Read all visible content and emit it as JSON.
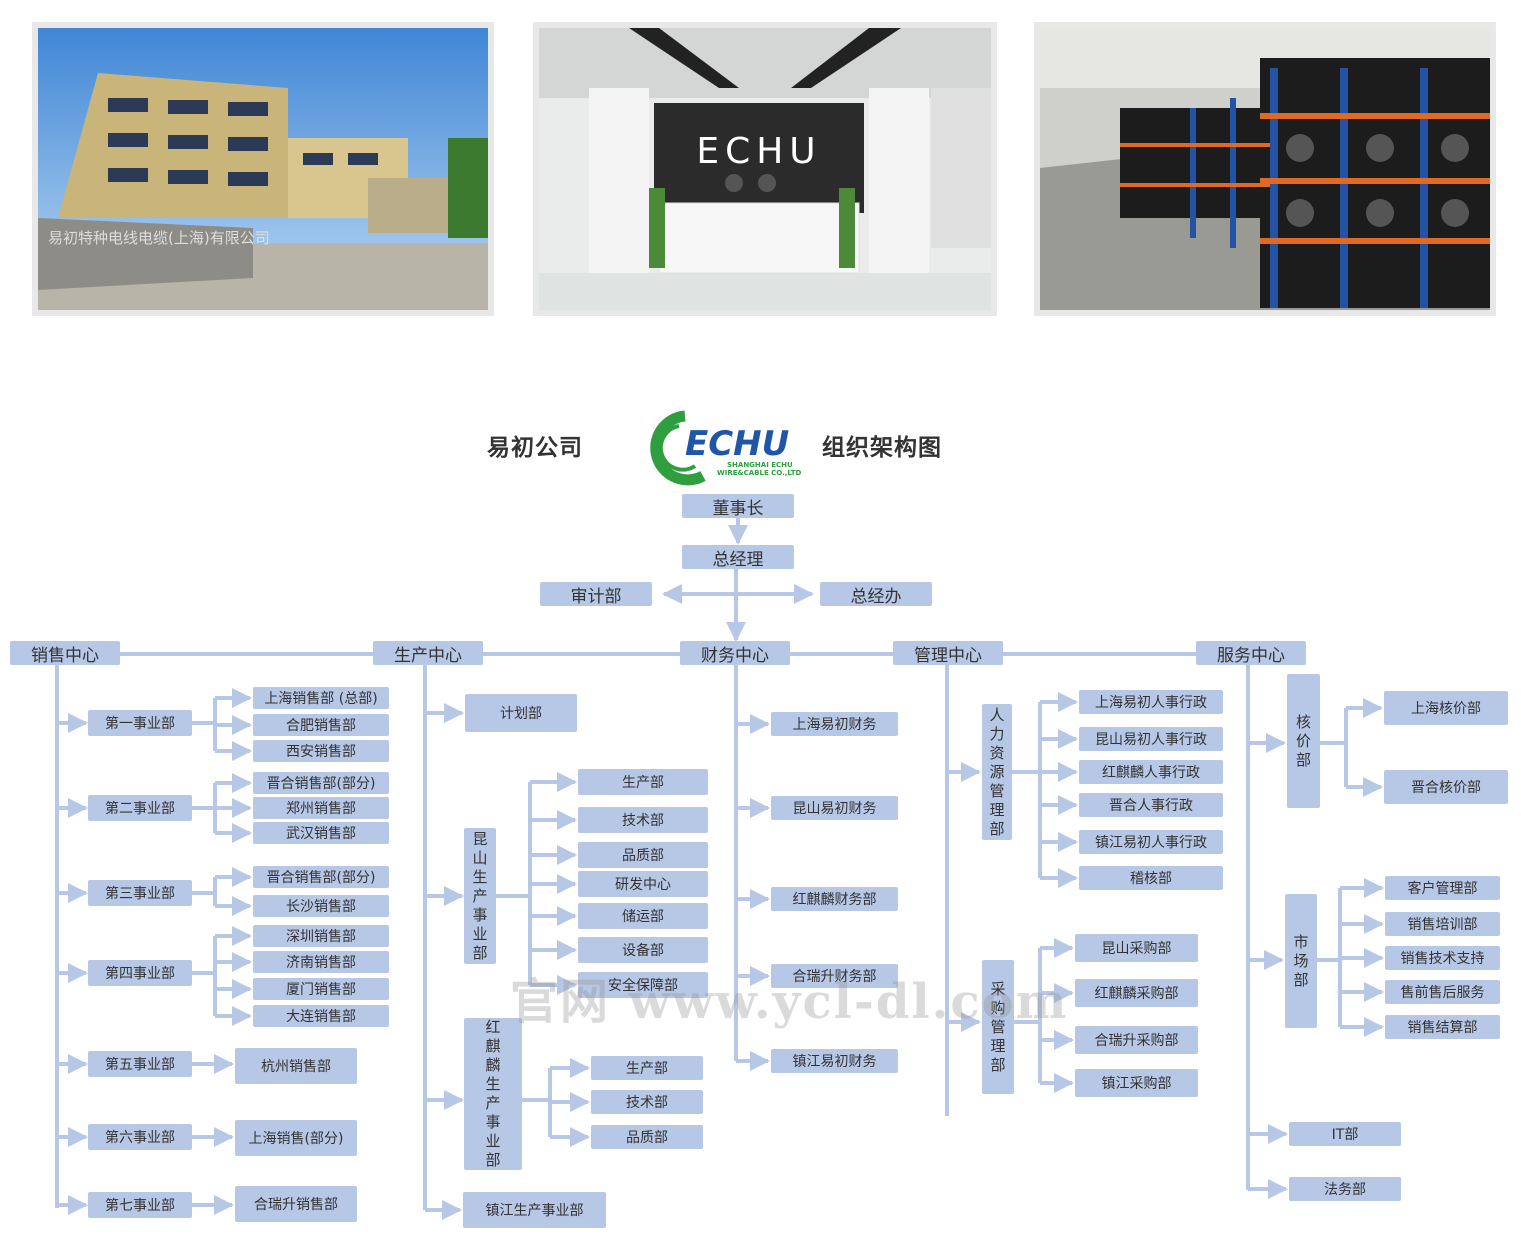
{
  "photos": {
    "factory_sign": "易初特种电线电缆(上海)有限公司",
    "lobby_logo": "ECHU"
  },
  "header": {
    "left": "易初公司",
    "right": "组织架构图",
    "logo_main": "ECHU",
    "logo_sub1": "SHANGHAI ECHU",
    "logo_sub2": "WIRE&CABLE CO.,LTD"
  },
  "watermark": "官网 www.ycl-dl.com",
  "colors": {
    "node": "#b7c7e6",
    "line": "#b7c7e6",
    "logo_green": "#2e9e3f",
    "logo_blue": "#1f56a8"
  },
  "org": {
    "chairman": "董事长",
    "gm": "总经理",
    "audit": "审计部",
    "gm_office": "总经办",
    "centers": [
      "销售中心",
      "生产中心",
      "财务中心",
      "管理中心",
      "服务中心"
    ],
    "sales": {
      "divisions": [
        {
          "name": "第一事业部",
          "subs": [
            "上海销售部 (总部)",
            "合肥销售部",
            "西安销售部"
          ]
        },
        {
          "name": "第二事业部",
          "subs": [
            "晋合销售部(部分)",
            "郑州销售部",
            "武汉销售部"
          ]
        },
        {
          "name": "第三事业部",
          "subs": [
            "晋合销售部(部分)",
            "长沙销售部"
          ]
        },
        {
          "name": "第四事业部",
          "subs": [
            "深圳销售部",
            "济南销售部",
            "厦门销售部",
            "大连销售部"
          ]
        },
        {
          "name": "第五事业部",
          "subs": [
            "杭州销售部"
          ]
        },
        {
          "name": "第六事业部",
          "subs": [
            "上海销售(部分)"
          ]
        },
        {
          "name": "第七事业部",
          "subs": [
            "合瑞升销售部"
          ]
        }
      ]
    },
    "production": {
      "plan": "计划部",
      "kunshan": {
        "name": [
          "昆",
          "山",
          "生",
          "产",
          "事",
          "业",
          "部"
        ],
        "subs": [
          "生产部",
          "技术部",
          "品质部",
          "研发中心",
          "储运部",
          "设备部",
          "安全保障部"
        ]
      },
      "hongqilin": {
        "name": [
          "红",
          "麒",
          "麟",
          "生",
          "产",
          "事",
          "业",
          "部"
        ],
        "subs": [
          "生产部",
          "技术部",
          "品质部"
        ]
      },
      "zhenjiang": "镇江生产事业部"
    },
    "finance": [
      "上海易初财务",
      "昆山易初财务",
      "红麒麟财务部",
      "合瑞升财务部",
      "镇江易初财务"
    ],
    "management": {
      "hr": {
        "name": [
          "人",
          "力",
          "资",
          "源",
          "管",
          "理",
          "部"
        ],
        "subs": [
          "上海易初人事行政",
          "昆山易初人事行政",
          "红麒麟人事行政",
          "晋合人事行政",
          "镇江易初人事行政",
          "稽核部"
        ]
      },
      "purchase": {
        "name": [
          "采",
          "购",
          "管",
          "理",
          "部"
        ],
        "subs": [
          "昆山采购部",
          "红麒麟采购部",
          "合瑞升采购部",
          "镇江采购部"
        ]
      }
    },
    "service": {
      "pricing": {
        "name": [
          "核",
          "价",
          "部"
        ],
        "subs": [
          "上海核价部",
          "晋合核价部"
        ]
      },
      "market": {
        "name": [
          "市",
          "场",
          "部"
        ],
        "subs": [
          "客户管理部",
          "销售培训部",
          "销售技术支持",
          "售前售后服务",
          "销售结算部"
        ]
      },
      "it": "IT部",
      "legal": "法务部"
    }
  }
}
